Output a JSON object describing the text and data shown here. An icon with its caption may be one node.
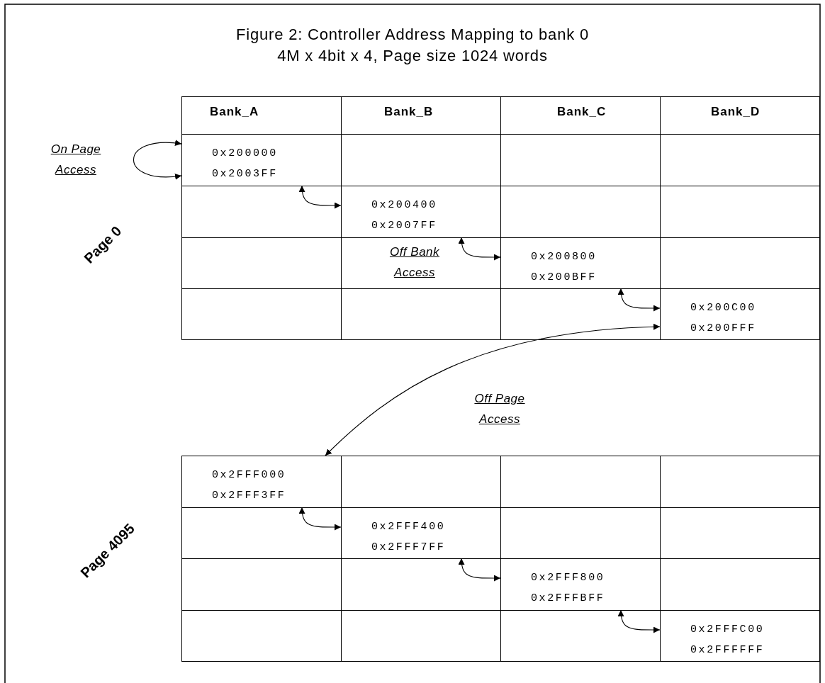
{
  "diagram": {
    "title": "Figure 2: Controller Address Mapping to bank 0",
    "nodes": [
      {
        "text": [
          "0x200000",
          "0x2003FF"
        ]
      },
      {
        "text": [
          "0x200400",
          "0x2007FF"
        ]
      },
      {
        "text": [
          "0x200800",
          "0x200BFF"
        ]
      },
      {
        "text": [
          "0x200C00",
          "0x200FFF"
        ]
      },
      {
        "text": [
          "0x2FFF000",
          "0x2FFF3FF"
        ]
      },
      {
        "text": [
          "0x2FFF400",
          "0x2FFF7FF"
        ]
      },
      {
        "text": [
          "0x2FFF800",
          "0x2FFFBFF"
        ]
      },
      {
        "text": [
          "0x2FFFC00",
          "0x2FFFFFF"
        ]
      }
    ],
    "edges": [
      {
        "from": 0,
        "to": 0,
        "arrow": "both",
        "label": "On Page Access"
      },
      {
        "from": 0,
        "to": 1,
        "arrow": "both"
      },
      {
        "from": 1,
        "to": 2,
        "arrow": "both",
        "label": "Off Bank Access"
      },
      {
        "from": 2,
        "to": 3,
        "arrow": "both"
      },
      {
        "from": 3,
        "to": 4,
        "arrow": "both",
        "label": "Off Page Access"
      },
      {
        "from": 4,
        "to": 5,
        "arrow": "both"
      },
      {
        "from": 5,
        "to": 6,
        "arrow": "both"
      },
      {
        "from": 6,
        "to": 7,
        "arrow": "both"
      }
    ],
    "labels": [
      "4M x 4bit x 4, Page size 1024 words",
      "Bank_A",
      "Bank_B",
      "Bank_C",
      "Bank_D",
      "Page 0",
      "Page 4095"
    ]
  }
}
